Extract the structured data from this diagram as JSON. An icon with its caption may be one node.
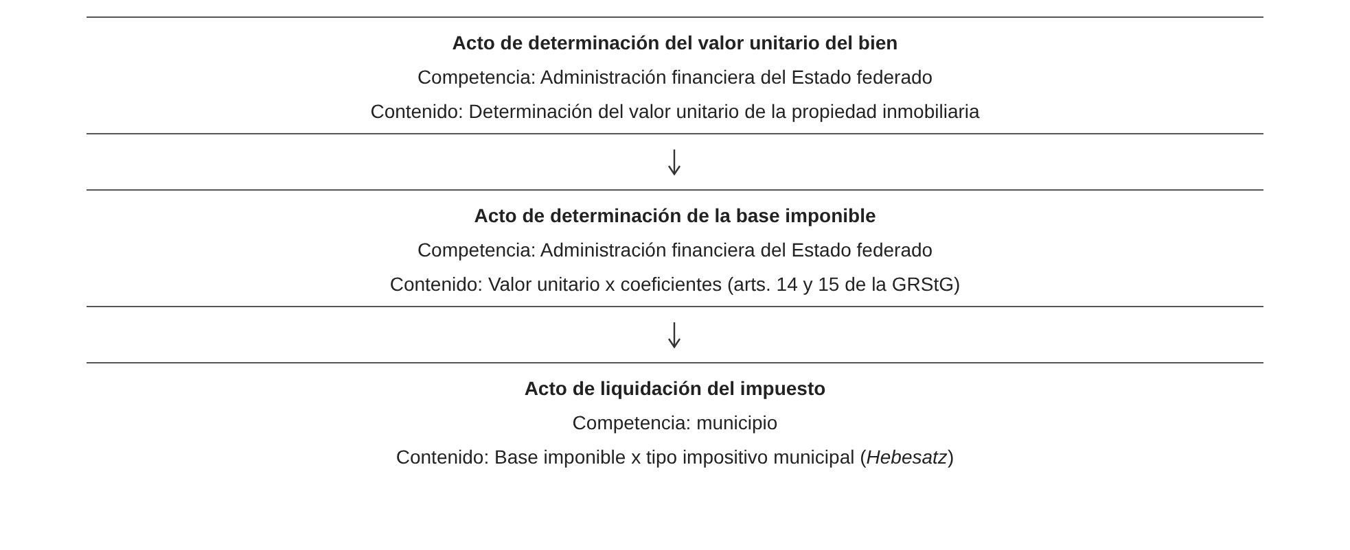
{
  "diagram": {
    "nodes": [
      {
        "text": [
          "Acto de determinación del valor unitario del bien",
          "Competencia: Administración financiera del Estado federado",
          "Contenido: Determinación del valor unitario de la propiedad inmobiliaria"
        ]
      },
      {
        "text": [
          "Acto de determinación de la base imponible",
          "Competencia: Administración financiera del Estado federado",
          "Contenido: Valor unitario x coeficientes (arts. 14 y 15 de la GRStG)"
        ]
      },
      {
        "text": [
          "Acto de liquidación del impuesto",
          "Competencia: municipio",
          "Contenido: Base imponible x tipo impositivo municipal (*Hebesatz*)"
        ]
      }
    ],
    "edges": [
      {
        "from": 0,
        "to": 1,
        "arrow": "to"
      },
      {
        "from": 1,
        "to": 2,
        "arrow": "to"
      }
    ]
  }
}
